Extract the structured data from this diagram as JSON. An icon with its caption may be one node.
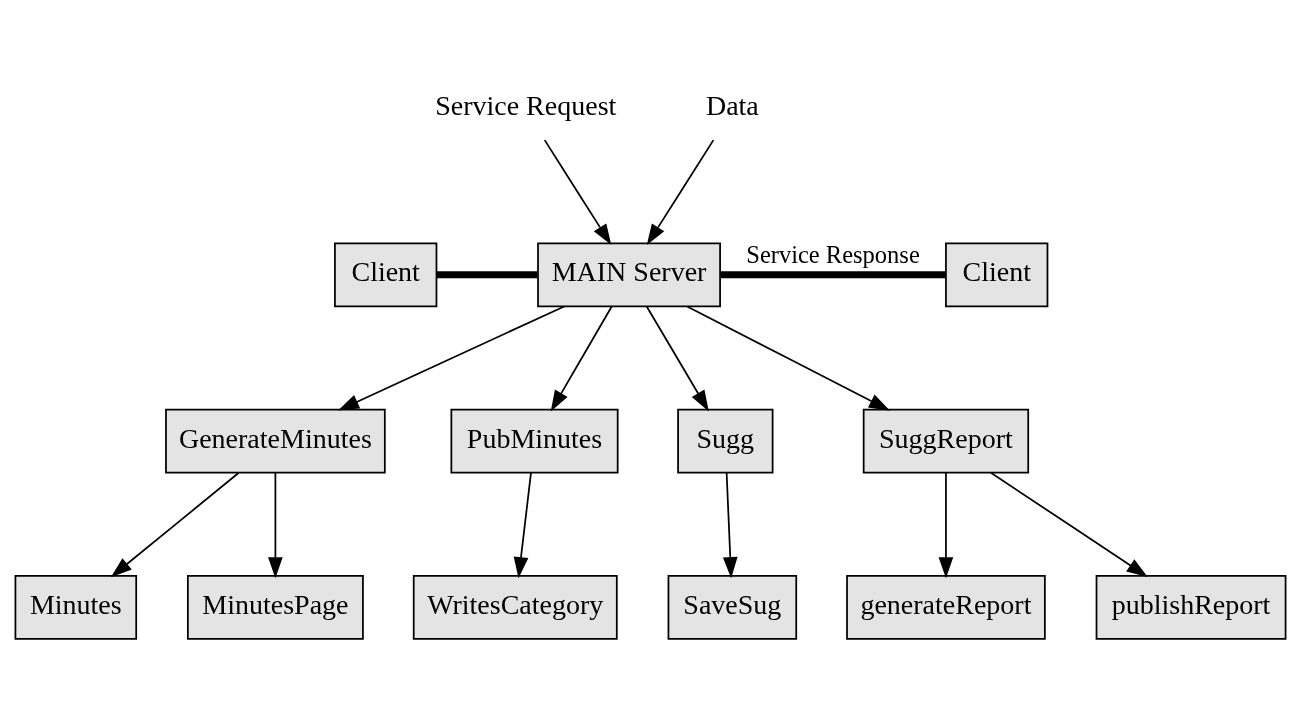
{
  "diagram": {
    "nodes": [
      {
        "text": [
          "Client"
        ]
      },
      {
        "text": [
          "MAIN Server"
        ]
      },
      {
        "text": [
          "Client"
        ]
      },
      {
        "text": [
          "GenerateMinutes"
        ]
      },
      {
        "text": [
          "PubMinutes"
        ]
      },
      {
        "text": [
          "Sugg"
        ]
      },
      {
        "text": [
          "SuggReport"
        ]
      },
      {
        "text": [
          "Minutes"
        ]
      },
      {
        "text": [
          "MinutesPage"
        ]
      },
      {
        "text": [
          "WritesCategory"
        ]
      },
      {
        "text": [
          "SaveSug"
        ]
      },
      {
        "text": [
          "generateReport"
        ]
      },
      {
        "text": [
          "publishReport"
        ]
      },
      {
        "text": [
          "Service Request"
        ]
      },
      {
        "text": [
          "Data"
        ]
      }
    ],
    "edges": [
      {
        "from": 0,
        "to": 1,
        "arrow": "none",
        "style": "thick"
      },
      {
        "from": 13,
        "to": 1,
        "arrow": "to"
      },
      {
        "from": 14,
        "to": 1,
        "arrow": "to"
      },
      {
        "from": 1,
        "to": 2,
        "arrow": "none",
        "style": "thick",
        "label": "Service Response"
      },
      {
        "from": 1,
        "to": 3,
        "arrow": "to"
      },
      {
        "from": 1,
        "to": 4,
        "arrow": "to"
      },
      {
        "from": 1,
        "to": 5,
        "arrow": "to"
      },
      {
        "from": 1,
        "to": 6,
        "arrow": "to"
      },
      {
        "from": 3,
        "to": 7,
        "arrow": "to"
      },
      {
        "from": 3,
        "to": 8,
        "arrow": "to"
      },
      {
        "from": 4,
        "to": 9,
        "arrow": "to"
      },
      {
        "from": 5,
        "to": 10,
        "arrow": "to"
      },
      {
        "from": 6,
        "to": 11,
        "arrow": "to"
      },
      {
        "from": 6,
        "to": 12,
        "arrow": "to"
      }
    ]
  }
}
